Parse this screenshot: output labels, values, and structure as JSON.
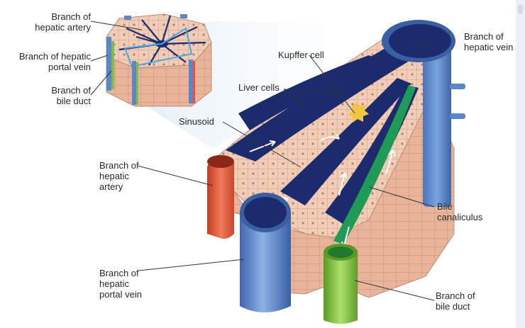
{
  "labels": {
    "inset_hepatic_artery": [
      "Branch of",
      "hepatic artery"
    ],
    "inset_portal_vein": [
      "Branch of hepatic",
      "portal vein"
    ],
    "inset_bile_duct": [
      "Branch of",
      "bile duct"
    ],
    "hepatic_vein": [
      "Branch of",
      "hepatic vein"
    ],
    "kupffer_cell": [
      "Kupffer cell"
    ],
    "liver_cells": [
      "Liver cells"
    ],
    "sinusoid": [
      "Sinusoid"
    ],
    "hepatic_artery": [
      "Branch of",
      "hepatic",
      "artery"
    ],
    "bile_canaliculus": [
      "Bile",
      "canaliculus"
    ],
    "portal_vein": [
      "Branch of",
      "hepatic",
      "portal vein"
    ],
    "bile_duct": [
      "Branch of",
      "bile duct"
    ]
  },
  "colors": {
    "hepatocyte": "#f1cdb8",
    "hepatocyte_outline": "#b98f7a",
    "blood_channel": "#1c2a6e",
    "portal_vein": "#5b87c9",
    "hepatic_artery": "#e2553a",
    "bile_duct": "#7fbf3f",
    "canaliculus": "#1f9b57",
    "kupffer": "#f3c544",
    "highlight_box": "#4aa8e0"
  }
}
